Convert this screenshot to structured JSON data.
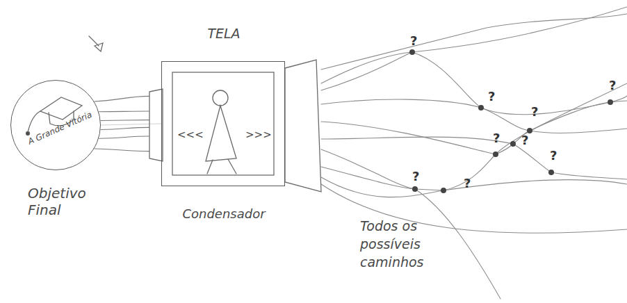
{
  "diagram": {
    "nodes": [
      {
        "text": [
          "A Grande Vitória",
          "Objetivo Final"
        ]
      },
      {
        "text": [
          "TELA",
          "<<<",
          ">>>",
          "Condensador"
        ]
      }
    ],
    "edges": [
      {
        "from": 0,
        "to": 1,
        "arrow": "none"
      }
    ],
    "labels": [
      "?",
      "?",
      "?",
      "?",
      "?",
      "?",
      "?",
      "?",
      "?",
      "Todos os possíveis caminhos"
    ]
  }
}
